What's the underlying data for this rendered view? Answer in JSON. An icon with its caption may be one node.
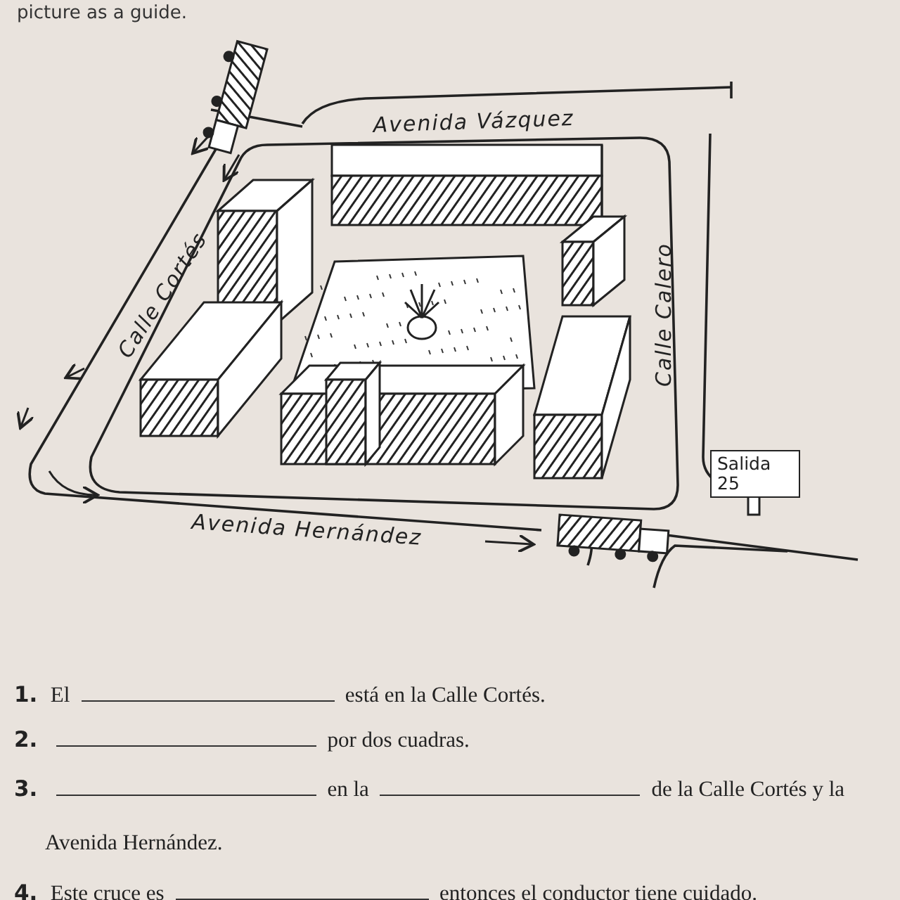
{
  "diagram": {
    "nodes": [
      {
        "text": [
          "Salida 25"
        ]
      }
    ],
    "labels": [
      "picture as a guide.",
      "Avenida Vázquez",
      "Calle Cortés",
      "Calle Calero",
      "Avenida Hernández",
      "1.",
      "El",
      "está en la Calle Cortés.",
      "2.",
      "por dos cuadras.",
      "3.",
      "en la",
      "de la Calle Cortés y la Avenida Hernández.",
      "4.",
      "Este cruce es",
      "entonces el conductor tiene cuidado."
    ]
  }
}
